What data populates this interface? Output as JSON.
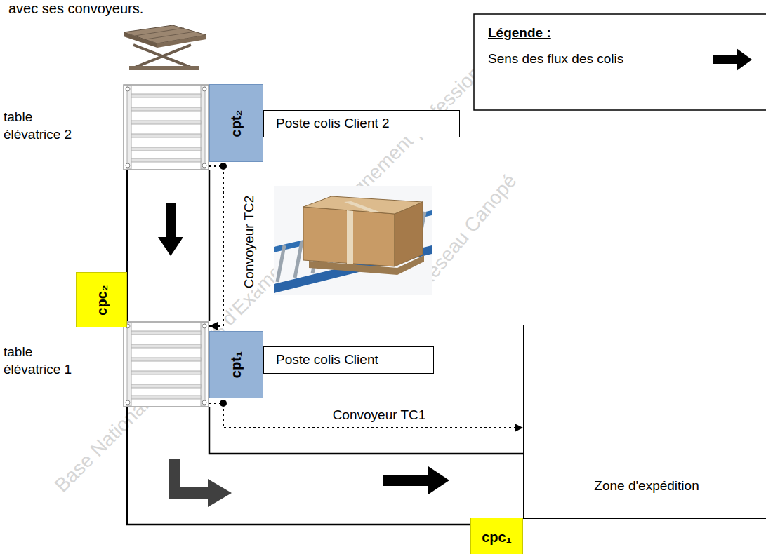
{
  "diagram": {
    "nodes": [
      {
        "text": [
          "table élévatrice 2"
        ]
      },
      {
        "text": [
          "cpt₂"
        ]
      },
      {
        "text": [
          "Poste colis Client 2"
        ]
      },
      {
        "text": [
          "cpc₂"
        ]
      },
      {
        "text": [
          "table élévatrice 1"
        ]
      },
      {
        "text": [
          "cpt₁"
        ]
      },
      {
        "text": [
          "Poste colis Client"
        ]
      },
      {
        "text": [
          "Zone d'expédition"
        ]
      },
      {
        "text": [
          "cpc₁"
        ]
      }
    ],
    "edges": [
      {
        "from": 0,
        "to": 4,
        "arrow": "to",
        "label": "Convoyeur TC2"
      },
      {
        "from": 4,
        "to": 7,
        "arrow": "to",
        "label": "Convoyeur TC1"
      }
    ],
    "labels": [
      "avec ses convoyeurs.",
      "Légende :",
      "Base Nationale des Sujets d'Examens de l'enseignement professionnel",
      "Réseau Canopé"
    ],
    "legend": [
      {
        "text": "Sens des flux des colis"
      }
    ]
  }
}
